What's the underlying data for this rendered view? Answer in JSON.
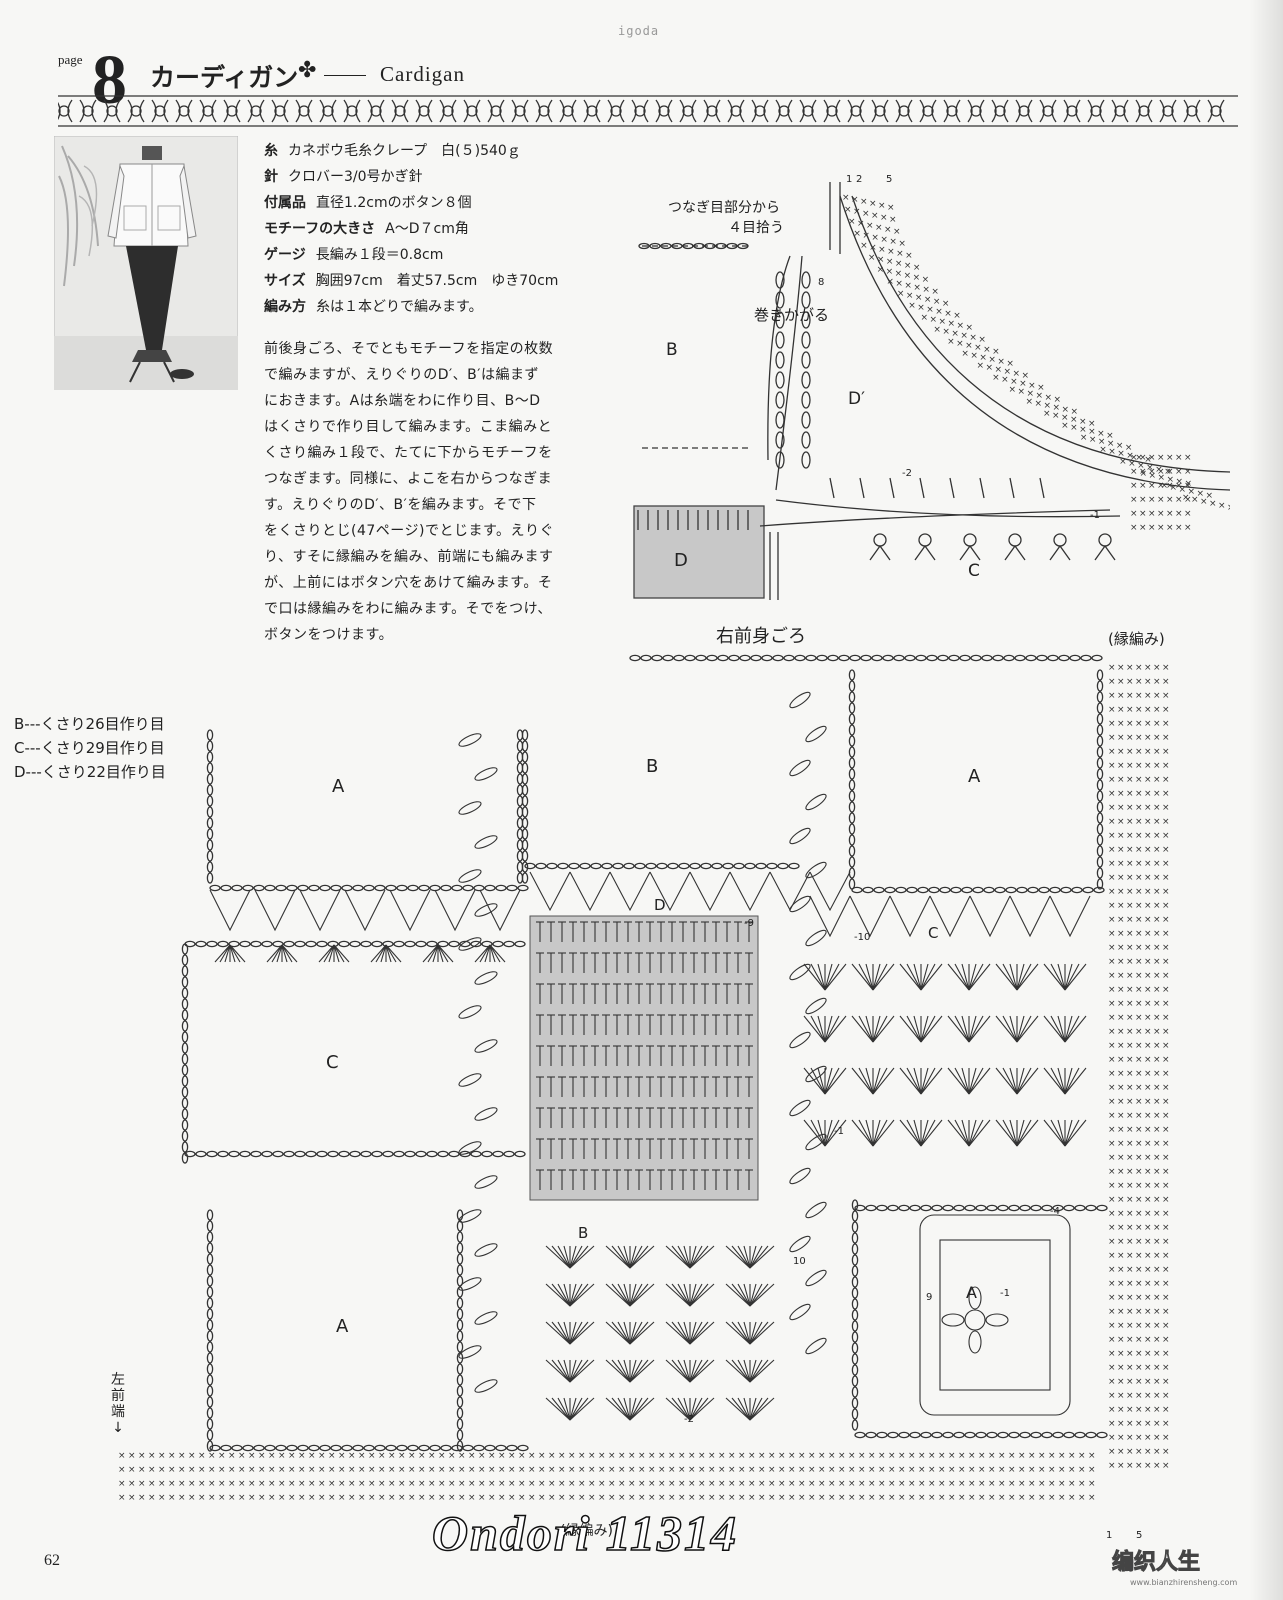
{
  "header": {
    "site": "igoda",
    "page_label": "page",
    "page_number": "8",
    "title_jp": "カーディガン",
    "ornament": "✤",
    "title_en": "Cardigan"
  },
  "specs": [
    {
      "key": "糸",
      "value": "カネボウ毛糸クレープ　白(５)540ｇ"
    },
    {
      "key": "針",
      "value": "クロバー3/0号かぎ針"
    },
    {
      "key": "付属品",
      "value": "直径1.2cmのボタン８個"
    },
    {
      "key": "モチーフの大きさ",
      "value": "A～D７cm角"
    },
    {
      "key": "ゲージ",
      "value": "長編み１段＝0.8cm"
    },
    {
      "key": "サイズ",
      "value": "胸囲97cm　着丈57.5cm　ゆき70cm"
    },
    {
      "key": "編み方",
      "value": "糸は１本どりで編みます。"
    }
  ],
  "method_lines": [
    "前後身ごろ、そでともモチーフを指定の枚数",
    "で編みますが、えりぐりのD′、B′は編まず",
    "におきます。Aは糸端をわに作り目、B～D",
    "はくさりで作り目して編みます。こま編みと",
    "くさり編み１段で、たてに下からモチーフを",
    "つなぎます。同様に、よこを右からつなぎま",
    "す。えりぐりのD′、B′を編みます。そで下",
    "をくさりとじ(47ページ)でとじます。えりぐ",
    "り、すそに縁編みを編み、前端にも編みます",
    "が、上前にはボタン穴をあけて編みます。そ",
    "で口は縁編みをわに編みます。そでをつけ、",
    "ボタンをつけます。"
  ],
  "legend": [
    "B---くさり26目作り目",
    "C---くさり29目作り目",
    "D---くさり22目作り目"
  ],
  "top_diagram": {
    "note_line1": "つなぎ目部分から",
    "note_line2": "４目拾う",
    "twist_label": "巻きかがる",
    "label_B": "B",
    "label_D_prime": "D′",
    "label_D": "D",
    "label_C": "C",
    "num_1": "1",
    "num_2": "2",
    "num_5": "5",
    "num_8": "8",
    "minus_2": "-2",
    "minus_1": "-1"
  },
  "main_diagram": {
    "section_title": "右前身ごろ",
    "edging_label": "(縁編み)",
    "bottom_edging_label": "(縁編み)",
    "left_front_edge": "左前端",
    "arrow_down": "↓",
    "motif_A": "A",
    "motif_B": "B",
    "motif_C": "C",
    "motif_D": "D",
    "num_1": "1",
    "num_2": "2",
    "num_5": "5",
    "num_9": "9",
    "num_10": "10",
    "minus_1": "-1",
    "minus_2": "-2",
    "minus_4": "-4",
    "minus_9": "-9",
    "minus_10": "-10"
  },
  "footer": {
    "page_number": "62",
    "watermark": "Ondori 11314",
    "logo": "编织人生",
    "logo_url": "www.bianzhirensheng.com"
  }
}
